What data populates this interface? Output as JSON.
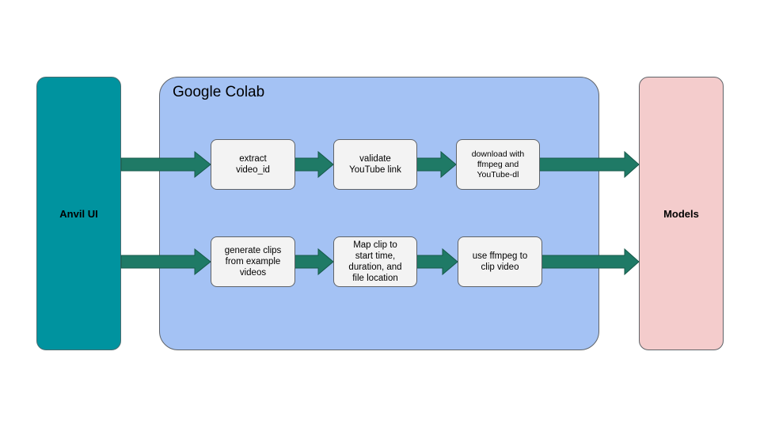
{
  "colors": {
    "anvil_fill": "#00939f",
    "colab_fill": "#a4c2f4",
    "models_fill": "#f4cccc",
    "step_fill": "#f3f3f3",
    "arrow_fill": "#1f7a66"
  },
  "anvil": {
    "label": "Anvil UI"
  },
  "colab": {
    "title": "Google Colab"
  },
  "models": {
    "label": "Models"
  },
  "row1": [
    {
      "text": "extract\nvideo_id"
    },
    {
      "text": "validate\nYouTube link"
    },
    {
      "text": "download with\nffmpeg and\nYouTube-dl"
    }
  ],
  "row2": [
    {
      "text": "generate clips\nfrom example\nvideos"
    },
    {
      "text": "Map clip to\nstart time,\nduration, and\nfile location"
    },
    {
      "text": "use ffmpeg to\nclip video"
    }
  ]
}
